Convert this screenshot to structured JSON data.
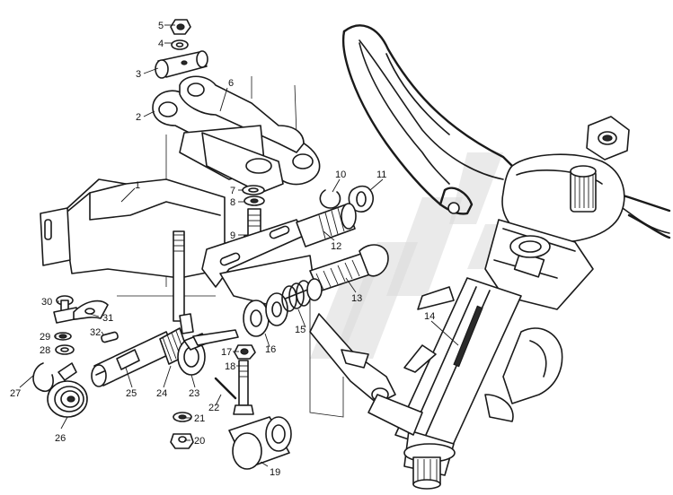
{
  "colors": {
    "ink": "#1a1a1a",
    "paper": "#ffffff",
    "watermark": "#d9d9d9"
  },
  "callouts": [
    {
      "id": "c1",
      "text": "1"
    },
    {
      "id": "c2",
      "text": "2"
    },
    {
      "id": "c3",
      "text": "3"
    },
    {
      "id": "c4",
      "text": "4"
    },
    {
      "id": "c5",
      "text": "5"
    },
    {
      "id": "c6",
      "text": "6"
    },
    {
      "id": "c7",
      "text": "7"
    },
    {
      "id": "c8",
      "text": "8"
    },
    {
      "id": "c9",
      "text": "9"
    },
    {
      "id": "c10",
      "text": "10"
    },
    {
      "id": "c11",
      "text": "11"
    },
    {
      "id": "c12",
      "text": "12"
    },
    {
      "id": "c13",
      "text": "13"
    },
    {
      "id": "c14",
      "text": "14"
    },
    {
      "id": "c15",
      "text": "15"
    },
    {
      "id": "c16",
      "text": "16"
    },
    {
      "id": "c17",
      "text": "17"
    },
    {
      "id": "c18",
      "text": "18"
    },
    {
      "id": "c19",
      "text": "19"
    },
    {
      "id": "c20",
      "text": "20"
    },
    {
      "id": "c21",
      "text": "21"
    },
    {
      "id": "c22",
      "text": "22"
    },
    {
      "id": "c23",
      "text": "23"
    },
    {
      "id": "c24",
      "text": "24"
    },
    {
      "id": "c25",
      "text": "25"
    },
    {
      "id": "c26",
      "text": "26"
    },
    {
      "id": "c27",
      "text": "27"
    },
    {
      "id": "c28",
      "text": "28"
    },
    {
      "id": "c29",
      "text": "29"
    },
    {
      "id": "c30",
      "text": "30"
    },
    {
      "id": "c31",
      "text": "31"
    },
    {
      "id": "c32",
      "text": "32"
    }
  ]
}
